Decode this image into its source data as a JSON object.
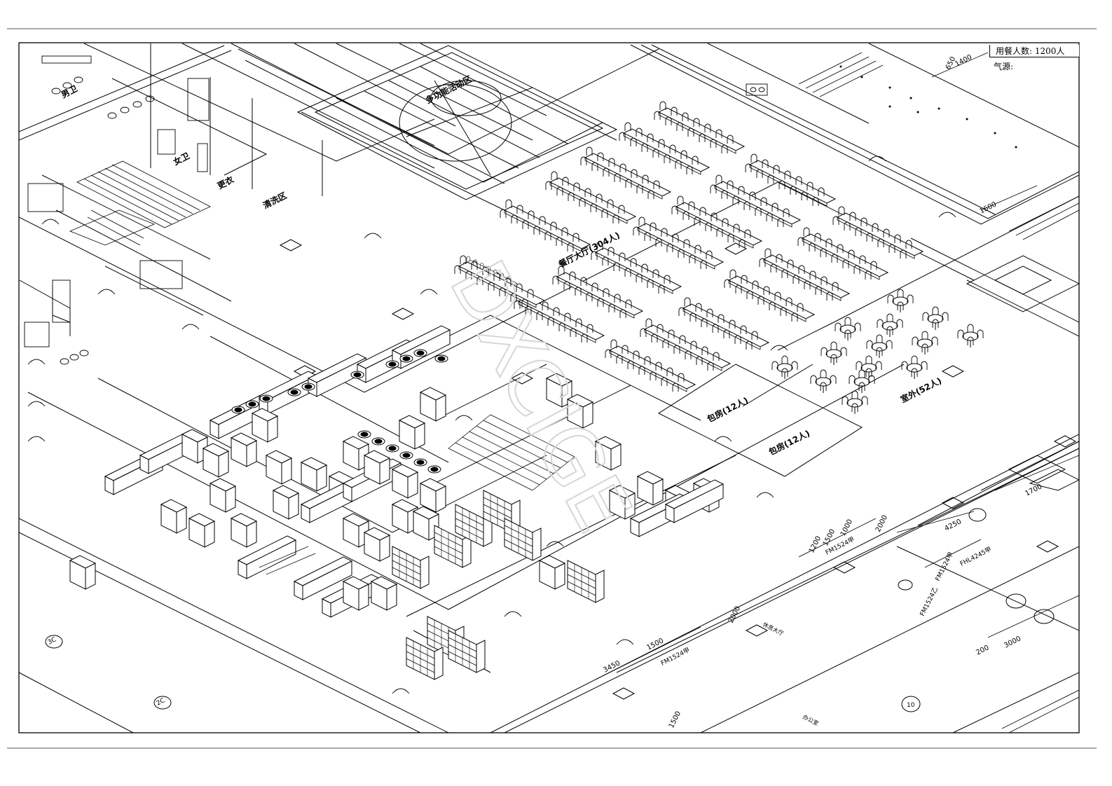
{
  "info": {
    "diners": "用餐人数: 1200人",
    "gas_source": "气源:"
  },
  "rooms": {
    "multi_function_hall": "多功能活动区",
    "mens_restroom": "男卫",
    "womens_restroom": "女卫",
    "changing_room": "更衣",
    "washing_area": "清洗区",
    "dining_hall": "餐厅大厅(304人)",
    "private_room_1": "包房(12人)",
    "private_room_2": "包房(12人)",
    "outdoor": "室外(52人)",
    "corridor": "休息大厅",
    "office": "办公室"
  },
  "dimensions": {
    "d1": "1200",
    "d2": "1500",
    "d3": "1000",
    "d4": "2000",
    "d5": "4250",
    "d6": "3000",
    "d7": "3450",
    "d8": "1500",
    "d9": "1700",
    "d10": "1500",
    "d11": "2000",
    "d12": "1400",
    "d13": "1600",
    "d14": "200",
    "d15": "650"
  },
  "door_tags": {
    "fm1": "FM1524甲",
    "fm2": "FM1524甲",
    "fm3": "FM1524乙",
    "fm4": "FHL4245甲",
    "fm5": "FM1524甲"
  },
  "axis_tags": {
    "a1": "3C",
    "a2": "2C",
    "a3": "10"
  },
  "watermark": "DXCIGE"
}
